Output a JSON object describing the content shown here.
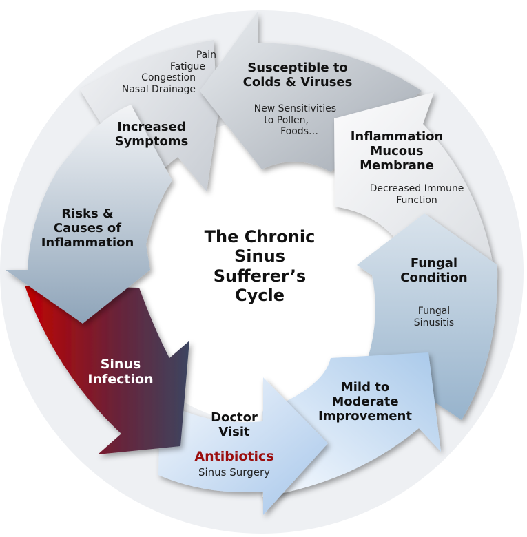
{
  "center_title": [
    "The Chronic",
    "Sinus",
    "Sufferer’s",
    "Cycle"
  ],
  "segments": {
    "susceptible": {
      "title": [
        "Susceptible to",
        "Colds & Viruses"
      ],
      "details": [
        "New Sensitivities",
        "to Pollen,",
        "Foods…"
      ]
    },
    "inflammation_membrane": {
      "title": [
        "Inflammation",
        "Mucous",
        "Membrane"
      ],
      "details": [
        "Decreased Immune",
        "Function"
      ]
    },
    "fungal": {
      "title": [
        "Fungal",
        "Condition"
      ],
      "details": [
        "Fungal",
        "Sinusitis"
      ]
    },
    "improvement": {
      "title": [
        "Mild to",
        "Moderate",
        "Improvement"
      ]
    },
    "doctor": {
      "title": [
        "Doctor",
        "Visit"
      ],
      "highlight": "Antibiotics",
      "details": [
        "Sinus Surgery"
      ]
    },
    "infection": {
      "title": [
        "Sinus",
        "Infection"
      ]
    },
    "risks": {
      "title": [
        "Risks &",
        "Causes of",
        "Inflammation"
      ]
    },
    "symptoms": {
      "title": [
        "Increased",
        "Symptoms"
      ],
      "details": [
        "Pain",
        "Fatigue",
        "Congestion",
        "Nasal Drainage"
      ]
    }
  },
  "colors": {
    "infection_dark_red": "#c00000",
    "infection_slate": "#3c4560",
    "antibiotics_red": "#9b0e0e",
    "arrow_light": "#f4f5f7",
    "arrow_blue": "#b9cde0"
  }
}
